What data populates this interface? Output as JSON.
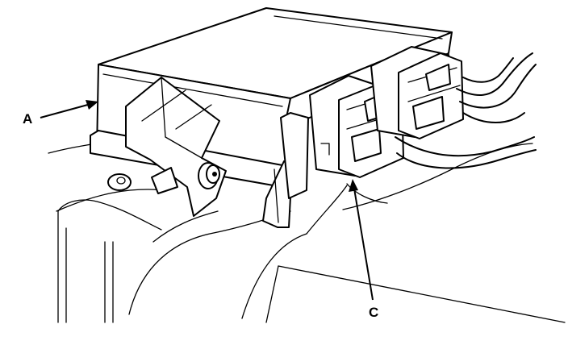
{
  "callouts": {
    "a": "A",
    "c": "C"
  },
  "colors": {
    "stroke": "#000000",
    "background": "#ffffff"
  },
  "icons": [
    "module-unit",
    "connector",
    "harness-wire",
    "mounting-bracket",
    "bolt",
    "leader-arrow"
  ]
}
